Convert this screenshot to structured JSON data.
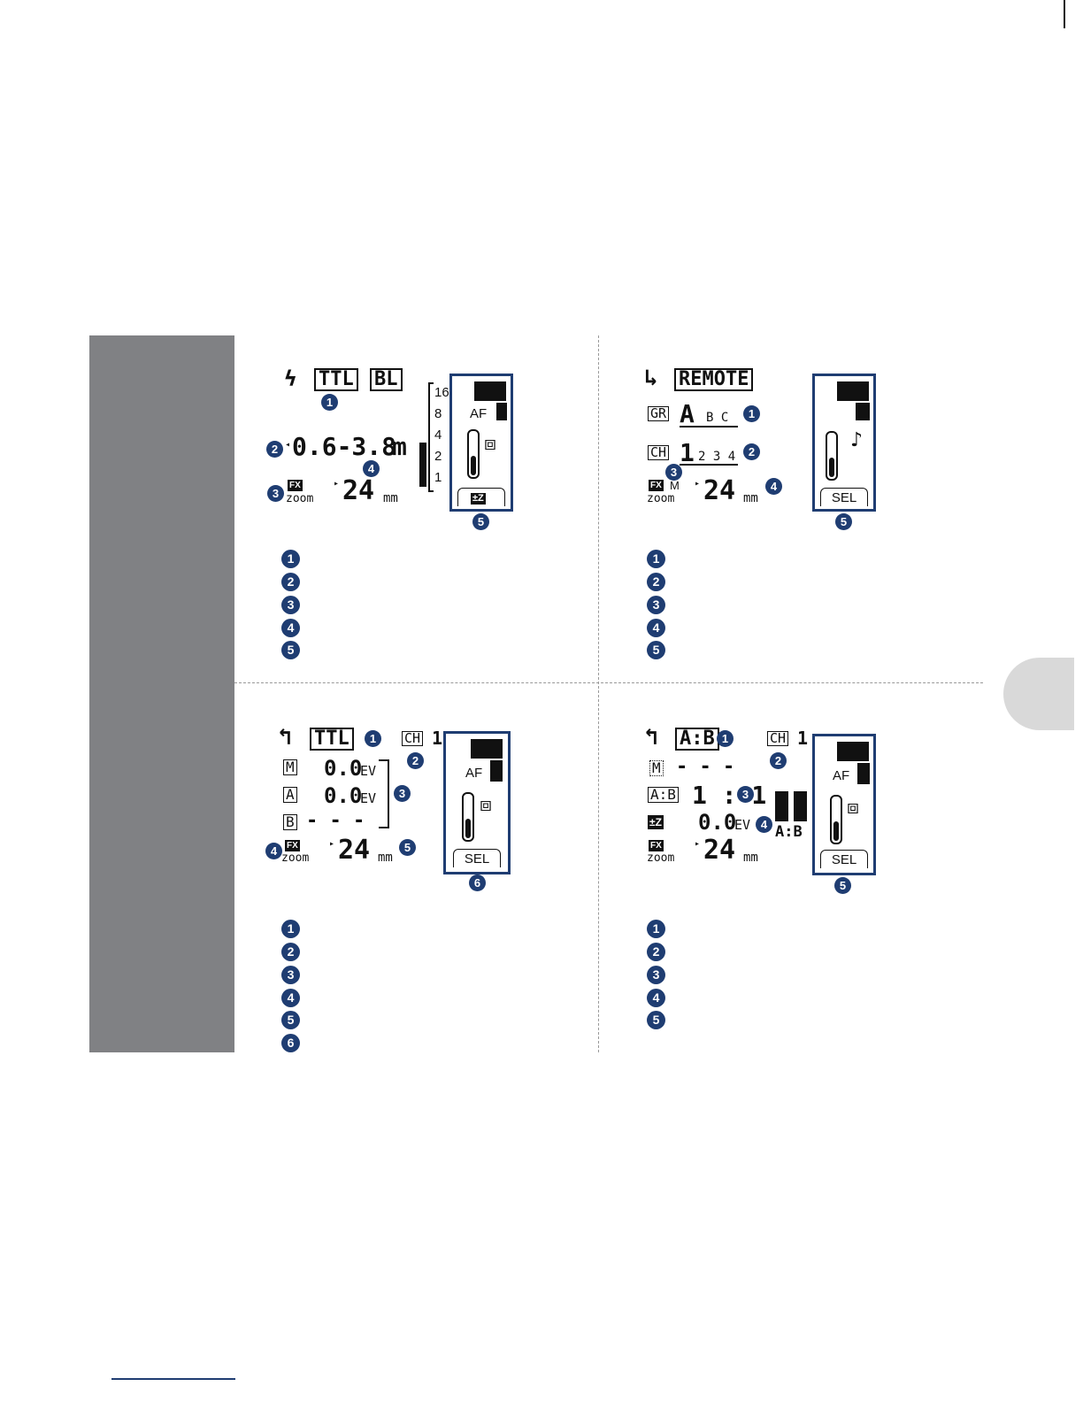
{
  "q1": {
    "mode_ttl": "TTL",
    "mode_bl": "BL",
    "range": "0.6-3.8",
    "unit": "m",
    "zoom_value": "24",
    "zoom_unit": "mm",
    "fx": "FX",
    "zoom_word": "zoom",
    "scale": [
      "16",
      "8",
      "4",
      "2",
      "1"
    ],
    "af": "AF"
  },
  "q2": {
    "mode": "REMOTE",
    "gr": "GR",
    "group_sel": "A",
    "groups": "B C",
    "ch": "CH",
    "ch_sel": "1",
    "channels": "2 3 4",
    "fx": "FX",
    "m": "M",
    "zoom_word": "zoom",
    "zoom_value": "24",
    "zoom_unit": "mm",
    "tab": "SEL"
  },
  "q3": {
    "mode": "TTL",
    "ch": "CH",
    "ch_value": "1",
    "m": "M",
    "a": "A",
    "b": "B",
    "m_value": "0.0",
    "a_value": "0.0",
    "b_value": "- - -",
    "ev": "EV",
    "fx": "FX",
    "zoom_word": "zoom",
    "zoom_value": "24",
    "zoom_unit": "mm",
    "af": "AF",
    "tab": "SEL"
  },
  "q4": {
    "mode": "A:B",
    "ch": "CH",
    "ch_value": "1",
    "m": "M",
    "m_value": "- - -",
    "ab": "A:B",
    "ratio": "1 : 1",
    "ev_value": "0.0",
    "ev": "EV",
    "ab_bar": "A:B",
    "fx": "FX",
    "zoom_word": "zoom",
    "zoom_value": "24",
    "zoom_unit": "mm",
    "af": "AF",
    "tab": "SEL"
  },
  "badges": {
    "n1": "1",
    "n2": "2",
    "n3": "3",
    "n4": "4",
    "n5": "5",
    "n6": "6"
  }
}
